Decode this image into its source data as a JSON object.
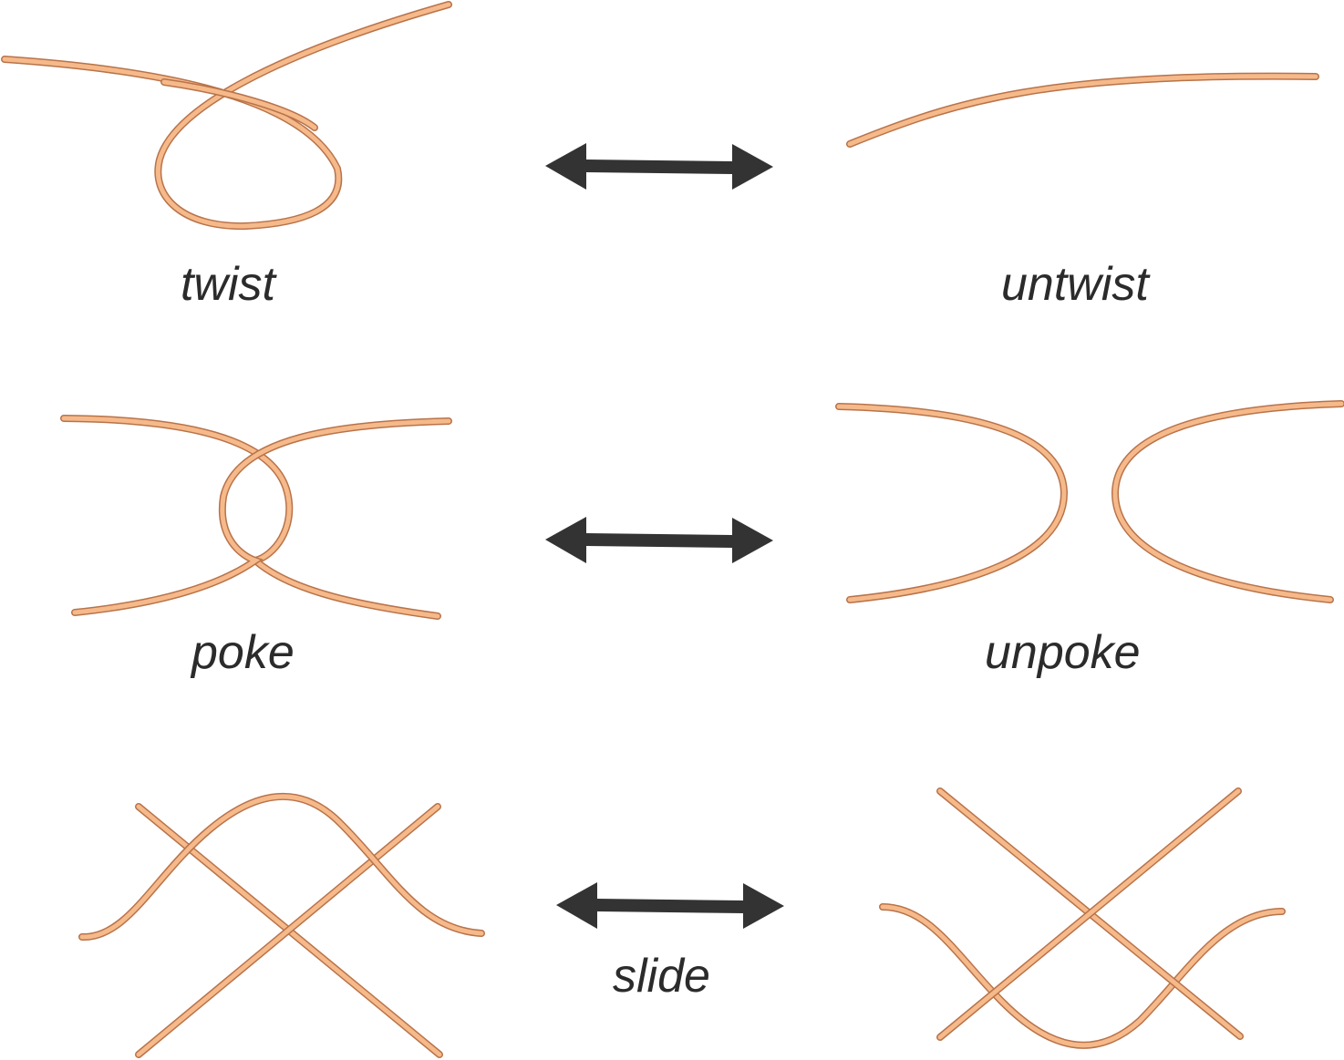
{
  "colors": {
    "strand_fill": "#f6b98a",
    "strand_outline": "#b8734a",
    "arrow": "#333333",
    "label": "#2b2b2b",
    "background": "#ffffff"
  },
  "moves": {
    "twist": {
      "left_label": "twist",
      "right_label": "untwist"
    },
    "poke": {
      "left_label": "poke",
      "right_label": "unpoke"
    },
    "slide": {
      "label": "slide"
    }
  },
  "arrow_icon": "double-headed-arrow"
}
